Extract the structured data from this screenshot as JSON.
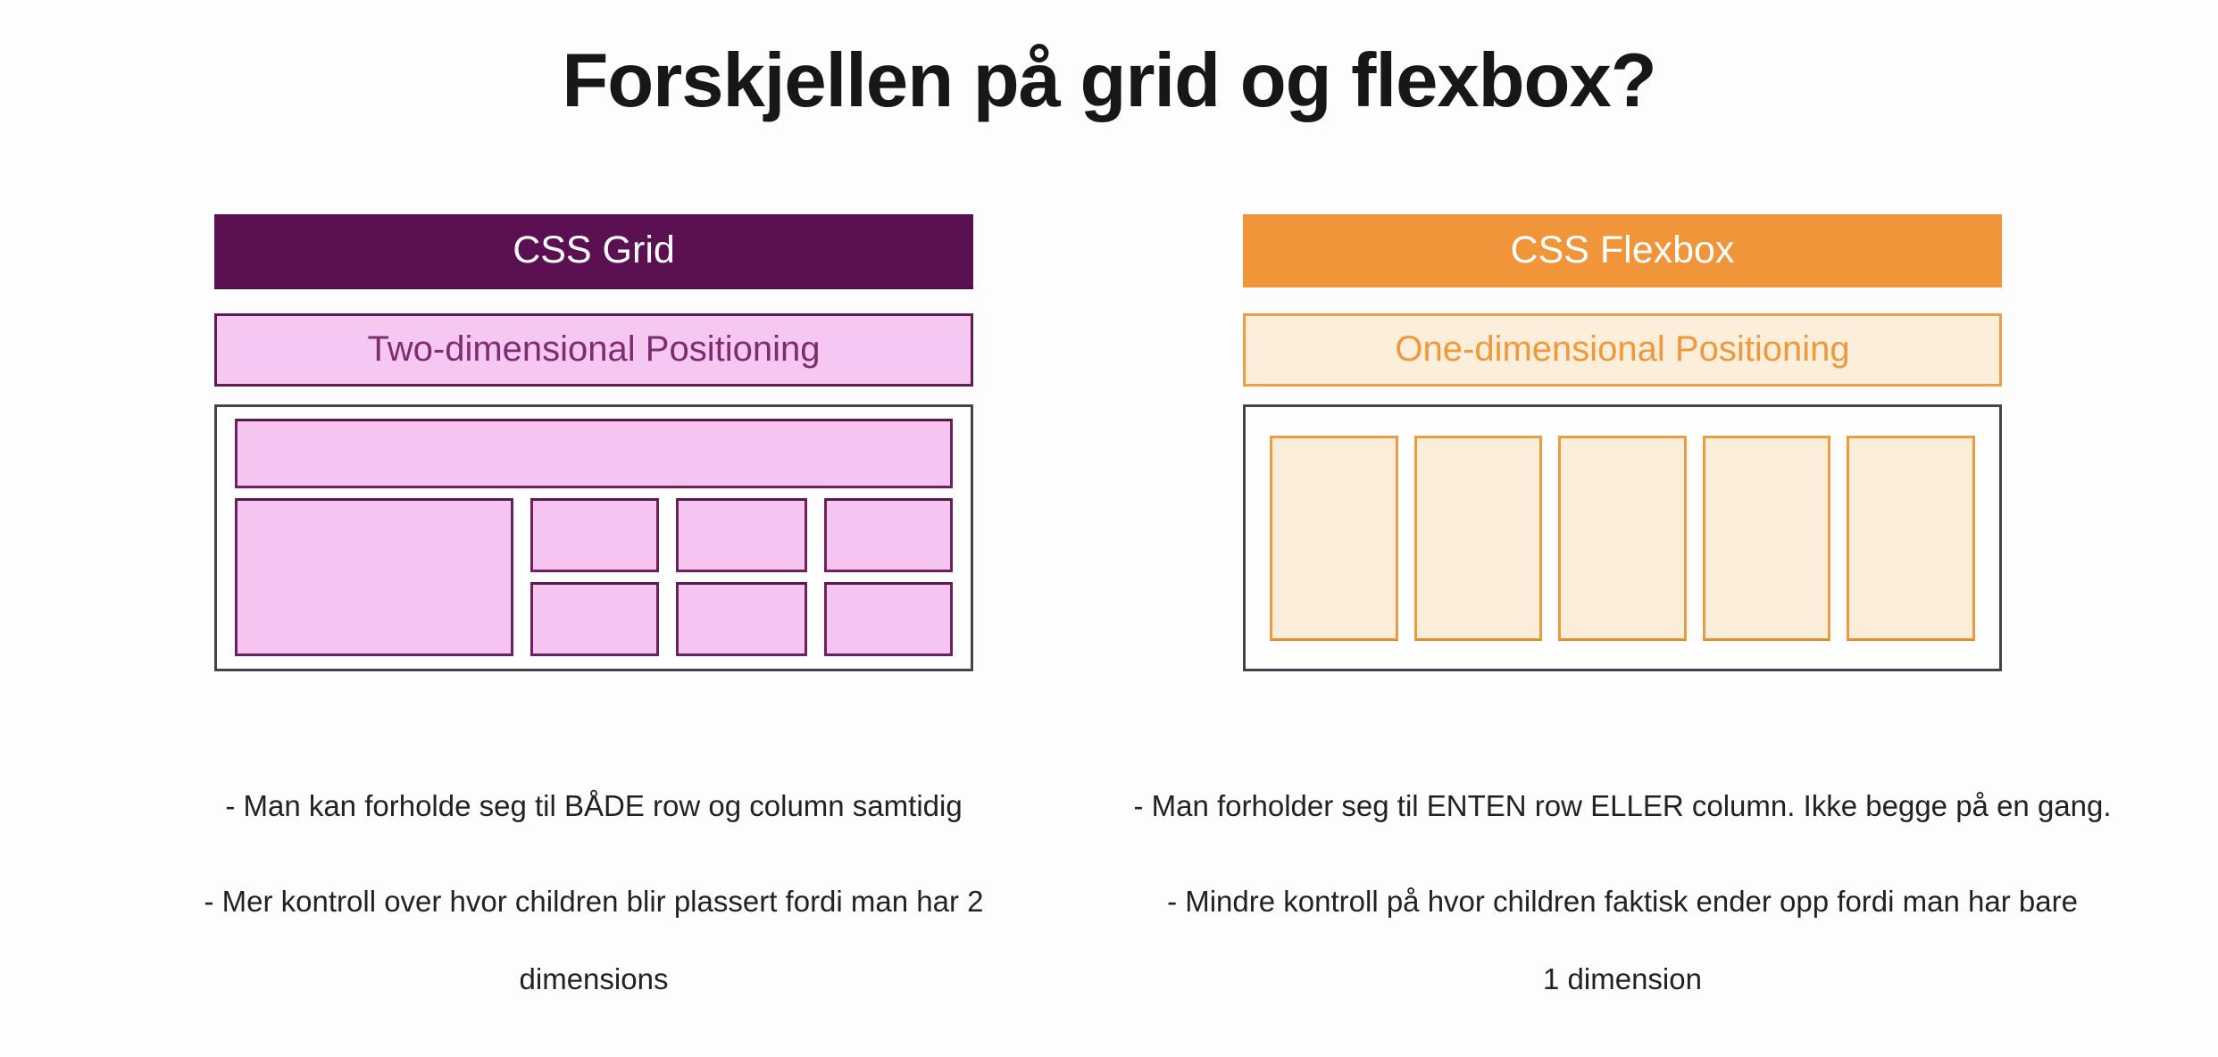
{
  "title": "Forskjellen på grid og flexbox?",
  "grid_panel": {
    "header": "CSS Grid",
    "subheader": "Two-dimensional Positioning",
    "diagram": {
      "type": "grid",
      "cell_count": 8,
      "layout": "one full-width top row cell, one large cell spanning two rows, six small cells in a 2x3 arrangement"
    },
    "notes": [
      "- Man kan forholde seg til BÅDE row og column samtidig",
      "- Mer kontroll over hvor children blir plassert fordi man har 2",
      "dimensions"
    ],
    "colors": {
      "header_bg": "#5b1151",
      "header_text": "#ffffff",
      "subheader_bg": "#f6c7f0",
      "subheader_text": "#7e2c70",
      "cell_fill": "#f5c4ef",
      "cell_border": "#6f2060"
    }
  },
  "flex_panel": {
    "header": "CSS Flexbox",
    "subheader": "One-dimensional Positioning",
    "diagram": {
      "type": "flexbox",
      "item_count": 5,
      "layout": "five equal vertical items in a single row"
    },
    "notes": [
      "- Man forholder seg til ENTEN row ELLER column. Ikke begge på en gang.",
      "- Mindre kontroll på hvor children faktisk ender opp fordi man har bare",
      "1 dimension"
    ],
    "colors": {
      "header_bg": "#f0953a",
      "header_text": "#ffffff",
      "subheader_bg": "#fbeeda",
      "subheader_text": "#f0993b",
      "item_fill": "#faeedb",
      "item_border": "#ea9c41"
    }
  },
  "shared_colors": {
    "page_bg": "#fdfdfd",
    "title_text": "#17171a",
    "diagram_border": "#45424b",
    "notes_text": "#212226"
  }
}
